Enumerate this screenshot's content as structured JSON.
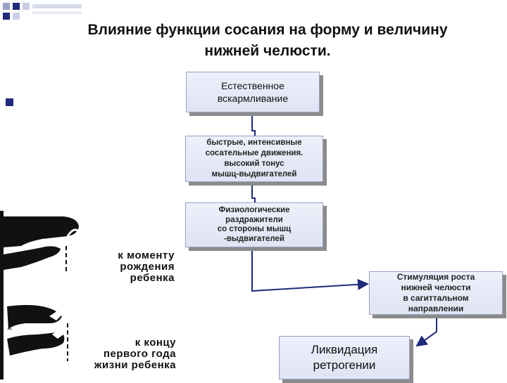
{
  "slide": {
    "title_line1": "Влияние функции сосания на форму и величину",
    "title_line2": "нижней челюсти."
  },
  "flow": {
    "box1_line1": "Естественное",
    "box1_line2": "вскармливание",
    "box2_line1": "быстрые, интенсивные",
    "box2_line2": "сосательные движения.",
    "box2_line3": "высокий тонус",
    "box2_line4": "мышц-выдвигателей",
    "box3_line1": "Физиологические",
    "box3_line2": "раздражители",
    "box3_line3": "со стороны мышц",
    "box3_line4": "-выдвигателей",
    "box4_line1": "Стимуляция роста",
    "box4_line2": "нижней челюсти",
    "box4_line3": "в сагиттальном",
    "box4_line4": "направлении",
    "box5_line1": "Ликвидация",
    "box5_line2": "ретрогении"
  },
  "illustration": {
    "label1_line1": "к моменту",
    "label1_line2": "рождения",
    "label1_line3": "ребенка",
    "label2_line1": "к концу",
    "label2_line2": "первого года",
    "label2_line3": "жизни ребенка",
    "marker": "ᴥ"
  },
  "colors": {
    "accent": "#1f2a7a",
    "arrow": "#1f2a7a"
  }
}
